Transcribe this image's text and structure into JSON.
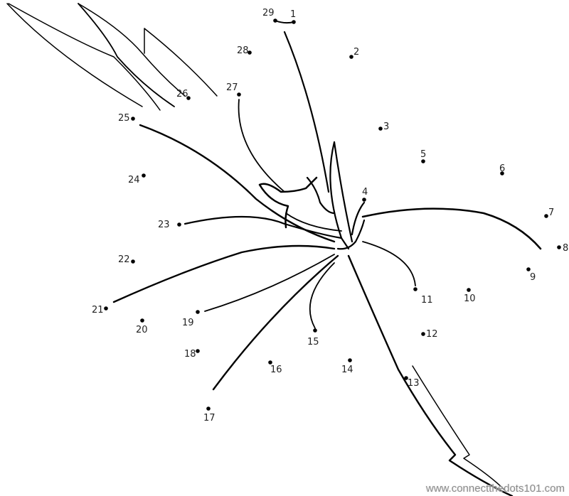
{
  "dots": [
    "1",
    "2",
    "3",
    "4",
    "5",
    "6",
    "7",
    "8",
    "9",
    "10",
    "11",
    "12",
    "13",
    "14",
    "15",
    "16",
    "17",
    "18",
    "19",
    "20",
    "21",
    "22",
    "23",
    "24",
    "25",
    "26",
    "27",
    "28",
    "29"
  ],
  "watermark": "www.connectthedots101.com",
  "colors": {
    "line": "#000000",
    "dot": "#000000",
    "watermark": "#8a8a8a"
  }
}
